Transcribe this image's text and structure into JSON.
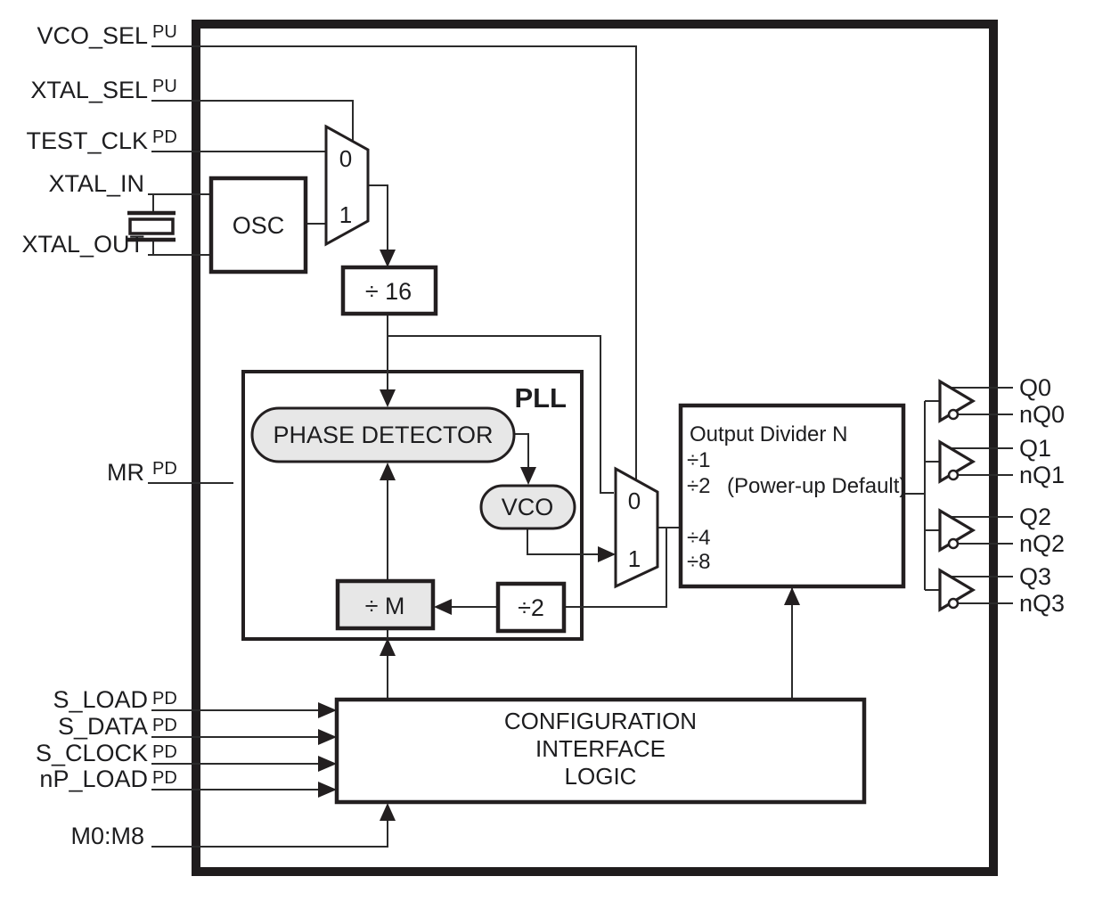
{
  "ports": {
    "left": [
      {
        "name": "VCO_SEL",
        "sup": "PU"
      },
      {
        "name": "XTAL_SEL",
        "sup": "PU"
      },
      {
        "name": "TEST_CLK",
        "sup": "PD"
      },
      {
        "name": "XTAL_IN",
        "sup": ""
      },
      {
        "name": "XTAL_OUT",
        "sup": ""
      },
      {
        "name": "MR",
        "sup": "PD"
      },
      {
        "name": "S_LOAD",
        "sup": "PD"
      },
      {
        "name": "S_DATA",
        "sup": "PD"
      },
      {
        "name": "S_CLOCK",
        "sup": "PD"
      },
      {
        "name": "nP_LOAD",
        "sup": "PD"
      },
      {
        "name": "M0:M8",
        "sup": ""
      }
    ],
    "right": [
      {
        "label": "Q0"
      },
      {
        "label": "nQ0"
      },
      {
        "label": "Q1"
      },
      {
        "label": "nQ1"
      },
      {
        "label": "Q2"
      },
      {
        "label": "nQ2"
      },
      {
        "label": "Q3"
      },
      {
        "label": "nQ3"
      }
    ]
  },
  "blocks": {
    "osc": {
      "label": "OSC"
    },
    "div16": {
      "label": "÷ 16"
    },
    "pll": {
      "label": "PLL"
    },
    "phase_detector": {
      "label": "PHASE DETECTOR"
    },
    "vco": {
      "label": "VCO"
    },
    "div_m": {
      "label": "÷ M"
    },
    "div2": {
      "label": "÷2"
    },
    "output_divider": {
      "title": "Output Divider N",
      "opt1": "÷1",
      "opt2": "÷2",
      "opt2_note": "(Power-up Default)",
      "opt3": "÷4",
      "opt4": "÷8"
    },
    "config": {
      "line1": "CONFIGURATION",
      "line2": "INTERFACE",
      "line3": "LOGIC"
    }
  },
  "mux": {
    "input0": "0",
    "input1": "1"
  },
  "colors": {
    "line": "#2b2b2b",
    "border": "#231f20",
    "gray_fill": "#e7e7e7",
    "background": "#ffffff"
  }
}
